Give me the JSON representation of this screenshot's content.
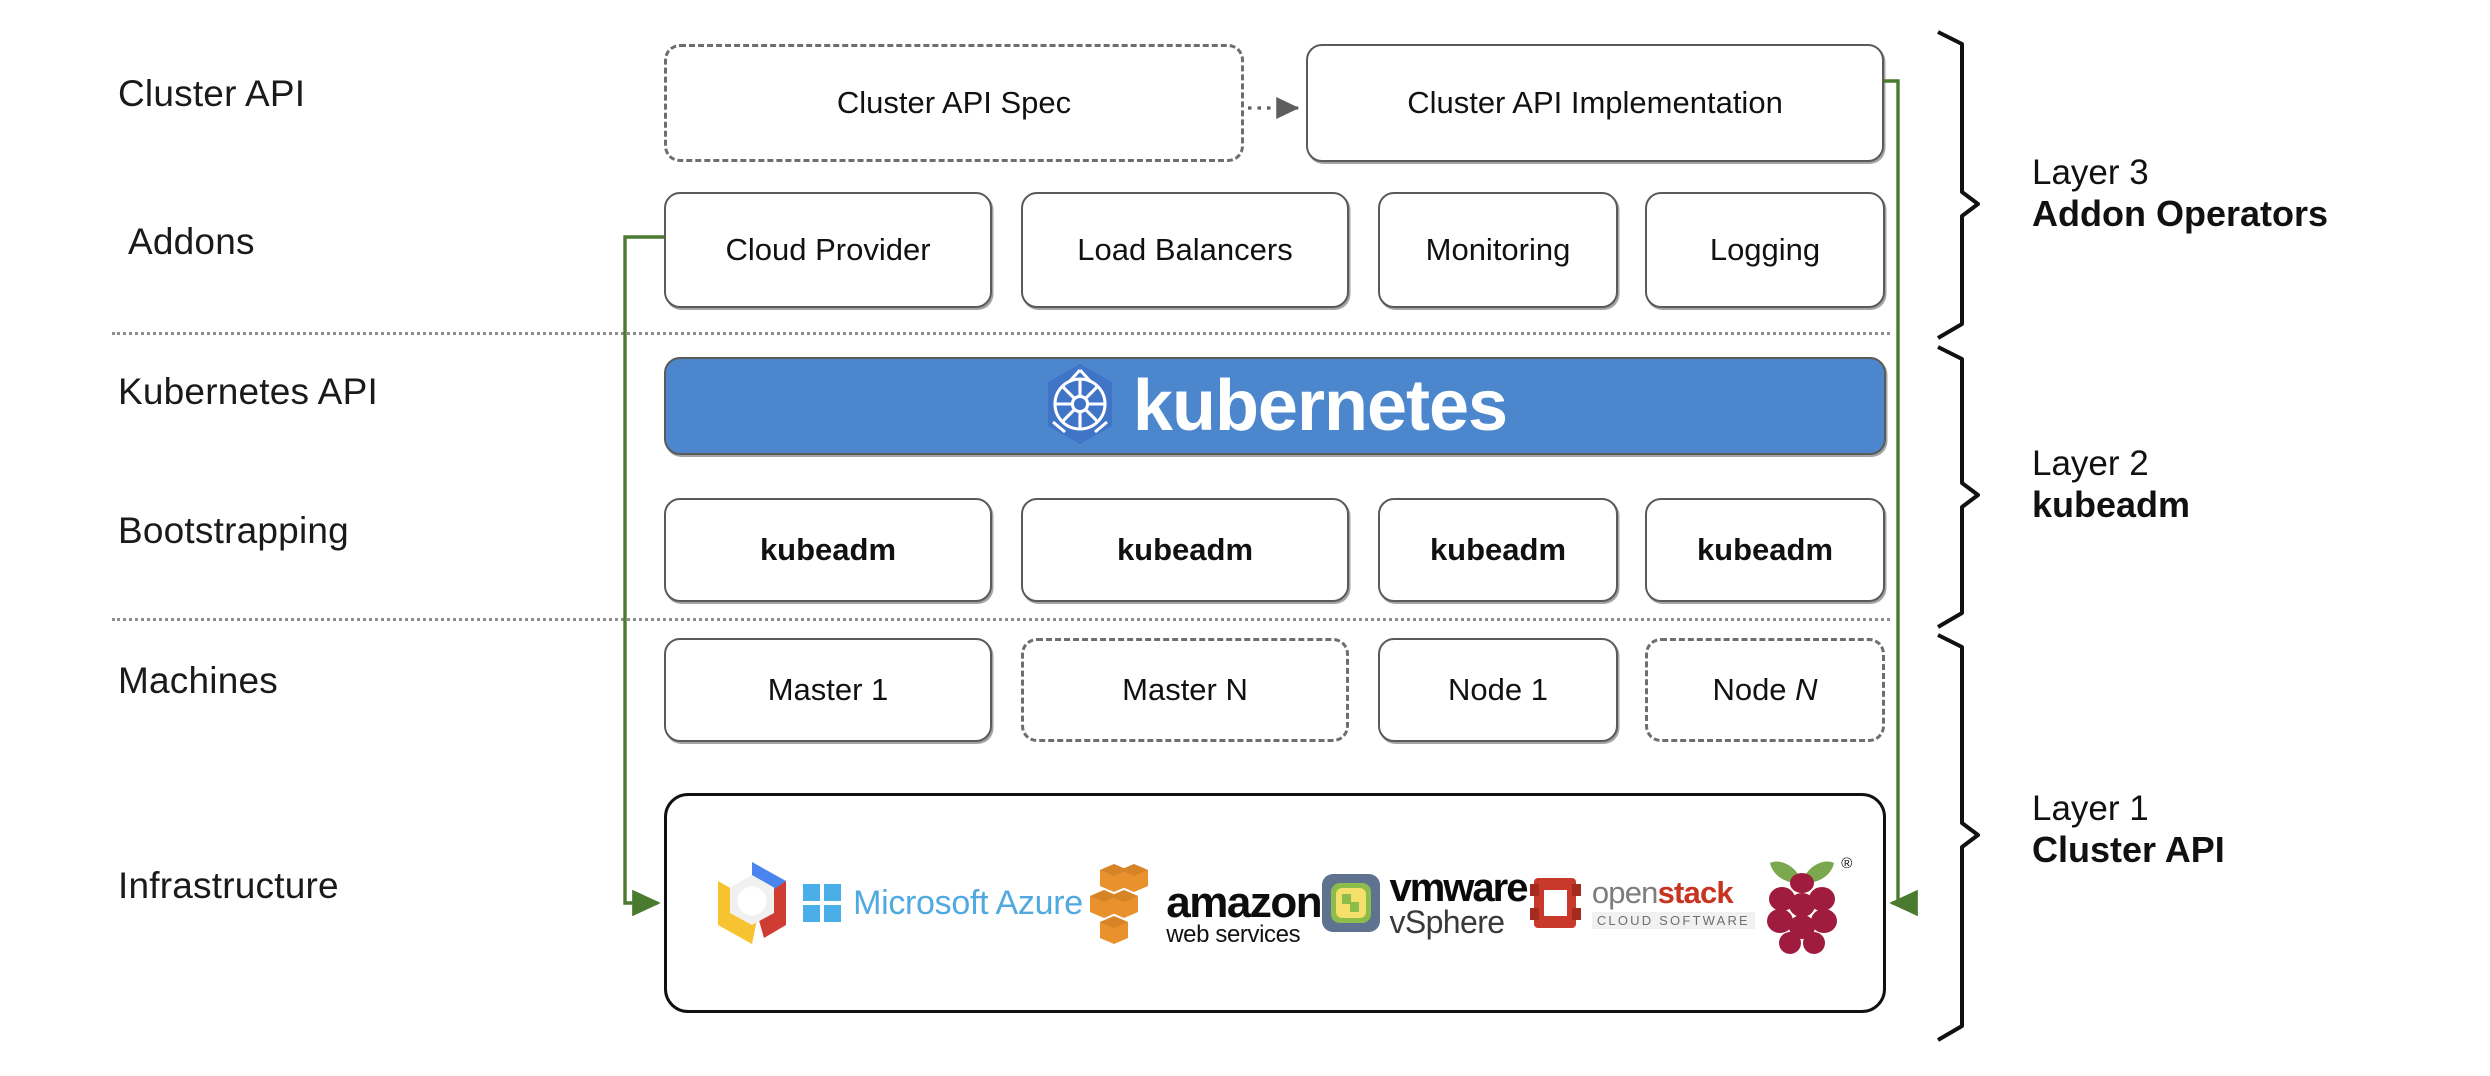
{
  "diagram": {
    "title": "Kubernetes Cluster API layered architecture",
    "accent_green": "#4a7a2e",
    "k8s_blue": "#4c87ce",
    "border_gray": "#5a5a5a"
  },
  "row_labels": [
    {
      "id": "cluster-api",
      "text": "Cluster API"
    },
    {
      "id": "addons",
      "text": "Addons"
    },
    {
      "id": "kubernetes-api",
      "text": "Kubernetes API"
    },
    {
      "id": "bootstrapping",
      "text": "Bootstrapping"
    },
    {
      "id": "machines",
      "text": "Machines"
    },
    {
      "id": "infrastructure",
      "text": "Infrastructure"
    }
  ],
  "cluster_api_row": {
    "spec": {
      "label": "Cluster API Spec",
      "style": "dashed"
    },
    "implementation": {
      "label": "Cluster API Implementation",
      "style": "solid"
    },
    "connector": "dotted-arrow-right"
  },
  "addons_row": [
    {
      "label": "Cloud Provider"
    },
    {
      "label": "Load Balancers"
    },
    {
      "label": "Monitoring"
    },
    {
      "label": "Logging"
    }
  ],
  "kubernetes_banner": {
    "wordmark": "kubernetes",
    "logo": "kubernetes-helm-wheel",
    "background": "#4c87ce"
  },
  "bootstrapping_row": [
    {
      "label": "kubeadm"
    },
    {
      "label": "kubeadm"
    },
    {
      "label": "kubeadm"
    },
    {
      "label": "kubeadm"
    }
  ],
  "machines_row": [
    {
      "label": "Master 1",
      "style": "solid"
    },
    {
      "label": "Master N",
      "style": "dashed"
    },
    {
      "label": "Node 1",
      "style": "solid"
    },
    {
      "label": "Node N",
      "style": "dashed",
      "italic_suffix": "N"
    }
  ],
  "infrastructure_row": {
    "providers": [
      {
        "name": "google-cloud-platform",
        "label": "Google Cloud Platform"
      },
      {
        "name": "microsoft-azure",
        "label": "Microsoft Azure"
      },
      {
        "name": "amazon-web-services",
        "label_top": "amazon",
        "label_bottom": "web services"
      },
      {
        "name": "vmware-vsphere",
        "label_top": "vmware",
        "label_bottom": "vSphere"
      },
      {
        "name": "openstack",
        "label_open": "open",
        "label_stack": "stack",
        "label_sub": "CLOUD SOFTWARE"
      },
      {
        "name": "raspberry-pi",
        "label": "Raspberry Pi"
      }
    ]
  },
  "layers": [
    {
      "number": "Layer 3",
      "name": "Addon Operators"
    },
    {
      "number": "Layer 2",
      "name": "kubeadm"
    },
    {
      "number": "Layer 1",
      "name": "Cluster API"
    }
  ]
}
